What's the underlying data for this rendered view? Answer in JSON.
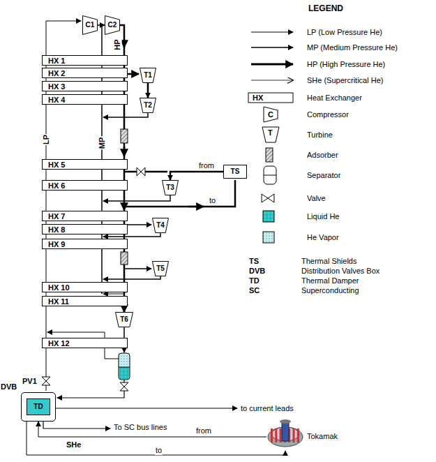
{
  "diagram": {
    "nodes": [
      {
        "text": [
          "C1"
        ]
      },
      {
        "text": [
          "C2"
        ]
      },
      {
        "text": [
          "HX 1"
        ]
      },
      {
        "text": [
          "HX 2"
        ]
      },
      {
        "text": [
          "HX 3"
        ]
      },
      {
        "text": [
          "HX 4"
        ]
      },
      {
        "text": [
          "T1"
        ]
      },
      {
        "text": [
          "T2"
        ]
      },
      {
        "text": [
          "HX 5"
        ]
      },
      {
        "text": [
          "HX 6"
        ]
      },
      {
        "text": [
          "T3"
        ]
      },
      {
        "text": [
          "TS"
        ]
      },
      {
        "text": [
          "HX 7"
        ]
      },
      {
        "text": [
          "HX 8"
        ]
      },
      {
        "text": [
          "T4"
        ]
      },
      {
        "text": [
          "HX 9"
        ]
      },
      {
        "text": [
          "T5"
        ]
      },
      {
        "text": [
          "HX 10"
        ]
      },
      {
        "text": [
          "HX 11"
        ]
      },
      {
        "text": [
          "T6"
        ]
      },
      {
        "text": [
          "HX 12"
        ]
      },
      {
        "text": [
          "DVB"
        ]
      },
      {
        "text": [
          "TD"
        ],
        "in": 21
      },
      {
        "text": [
          "Tokamak"
        ]
      }
    ],
    "edges": [
      {
        "from": 0,
        "to": 1,
        "arrow": "to"
      },
      {
        "from": 6,
        "to": 7,
        "arrow": "to"
      },
      {
        "from": 11,
        "to": 10,
        "label": "from",
        "arrow": "to"
      },
      {
        "from": 23,
        "to": 21,
        "label": "from",
        "arrow": "to"
      },
      {
        "from": 21,
        "to": 23,
        "label": "to",
        "arrow": "to"
      }
    ],
    "labels": [
      "LEGEND",
      "HX",
      "C",
      "T",
      "TS",
      "Thermal Shields",
      "DVB",
      "Distribution Valves Box",
      "TD",
      "Thermal Damper",
      "SC",
      "Superconducting",
      "LP",
      "MP",
      "HP",
      "to",
      "PV1",
      "to current leads",
      "To SC bus lines",
      "SHe"
    ],
    "legend": [
      {
        "text": "LP (Low Pressure He)"
      },
      {
        "text": "MP (Medium Pressure He)"
      },
      {
        "text": "HP (High Pressure He)"
      },
      {
        "text": "SHe (Supercritical He)"
      },
      {
        "text": "Heat Exchanger"
      },
      {
        "text": "Compressor"
      },
      {
        "text": "Turbine"
      },
      {
        "text": "Adsorber"
      },
      {
        "text": "Separator"
      },
      {
        "text": "Valve"
      },
      {
        "text": "Liquid He"
      },
      {
        "text": "He Vapor"
      }
    ]
  }
}
